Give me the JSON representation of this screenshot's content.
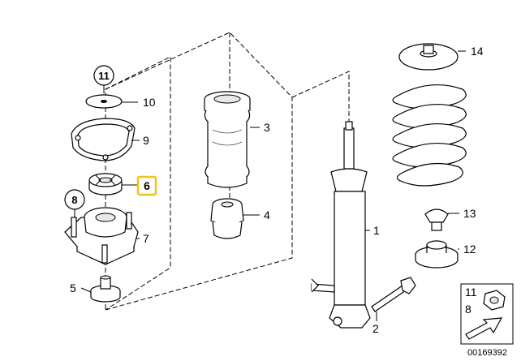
{
  "callouts": {
    "c1": "1",
    "c2": "2",
    "c3": "3",
    "c4": "4",
    "c5": "5",
    "c6": "6",
    "c7": "7",
    "c8": "8",
    "c9": "9",
    "c10": "10",
    "c11": "11",
    "c12": "12",
    "c13": "13",
    "c14": "14"
  },
  "legend": {
    "top": "11",
    "bottom": "8"
  },
  "catalog_number": "00169392",
  "highlight_color": "#f0c419"
}
